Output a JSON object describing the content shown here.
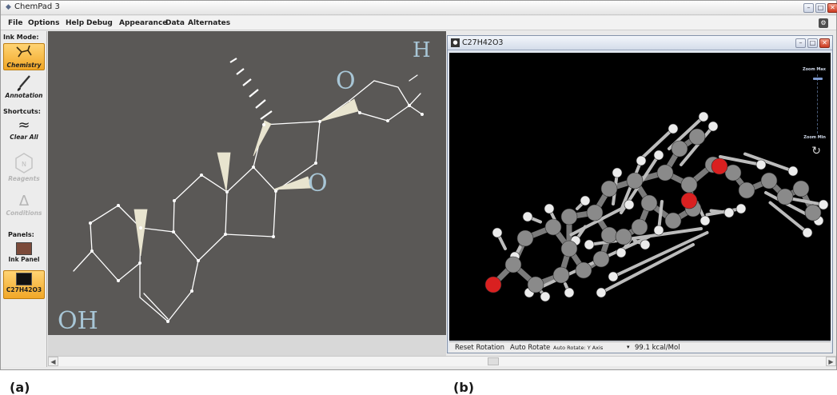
{
  "window": {
    "title": "ChemPad 3",
    "controls": [
      "minimize-icon",
      "maximize-icon",
      "close-icon"
    ]
  },
  "menu": {
    "items": [
      "File",
      "Options",
      "Help",
      "Debug",
      "Appearance",
      "Data",
      "Alternates"
    ]
  },
  "toolbar": {
    "ink_mode_header": "Ink Mode:",
    "chemistry_label": "Chemistry",
    "annotation_label": "Annotation",
    "shortcuts_header": "Shortcuts:",
    "clear_all_label": "Clear All",
    "reagents_label": "Reagents",
    "conditions_label": "Conditions",
    "panels_header": "Panels:",
    "ink_panel_label": "Ink Panel",
    "molecule_panel_label": "C27H42O3",
    "active_mode": "Chemistry",
    "active_accent": "#f5b43a"
  },
  "canvas": {
    "background": "#5a5856",
    "ink_color": "#ffffff",
    "wedge_color": "#e8e4cf",
    "handwriting_color": "#a8c6d6",
    "handwritten_labels": [
      "OH",
      "O",
      "O",
      "H"
    ]
  },
  "viewer": {
    "title": "C27H42O3",
    "zoom_max_label": "Zoom Max",
    "zoom_min_label": "Zoom Min",
    "zoom_level": 0.95,
    "status": {
      "reset_rotation": "Reset Rotation",
      "auto_rotate": "Auto Rotate",
      "auto_rotate_axis": "Auto Rotate: Y Axis",
      "energy": "99.1 kcal/Mol"
    },
    "atom_colors": {
      "carbon": "#8a8a8a",
      "hydrogen": "#ececec",
      "oxygen": "#d92020"
    }
  },
  "captions": {
    "left": "(a)",
    "right": "(b)"
  }
}
